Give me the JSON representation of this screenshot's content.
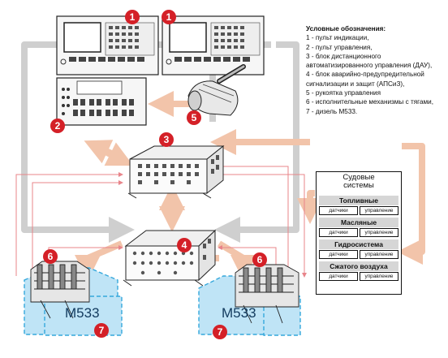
{
  "legend": {
    "title": "Условные обозначения:",
    "items": [
      "1 - пульт индикации,",
      "2 - пульт управления,",
      "3 - блок дистанционного",
      "автоматизированного управления (ДАУ),",
      "4 - блок аварийно-предупредительной",
      "сигнализации и защит (АПСиЗ),",
      "5 - рукоятка управления",
      "6 - исполнительные механизмы с тягами,",
      "7 - дизель М533."
    ]
  },
  "ship_systems": {
    "title_line1": "Судовые",
    "title_line2": "системы",
    "groups": [
      {
        "name": "Топливные",
        "sensors": "датчики",
        "control": "управление"
      },
      {
        "name": "Масляные",
        "sensors": "датчики",
        "control": "управление"
      },
      {
        "name": "Гидросистема",
        "sensors": "датчики",
        "control": "управление"
      },
      {
        "name": "Сжатого воздуха",
        "sensors": "датчики",
        "control": "управление"
      }
    ]
  },
  "badges": {
    "b1a": "1",
    "b1b": "1",
    "b2": "2",
    "b3": "3",
    "b4": "4",
    "b5": "5",
    "b6a": "6",
    "b6b": "6",
    "b7a": "7",
    "b7b": "7"
  },
  "engines": {
    "left_label": "М533",
    "right_label": "М533"
  },
  "colors": {
    "arrow_main": "#f2c4aa",
    "arrow_gray": "#cfcfcf",
    "signal_line": "#e8848a",
    "engine_fill": "#bfe4f6",
    "engine_outline": "#35a8dc",
    "badge": "#d42027"
  },
  "icons": [
    "indication-panel-icon",
    "control-panel-icon",
    "control-handle-icon",
    "dau-unit-icon",
    "apsiz-unit-icon",
    "actuator-icon",
    "diesel-engine-icon"
  ]
}
